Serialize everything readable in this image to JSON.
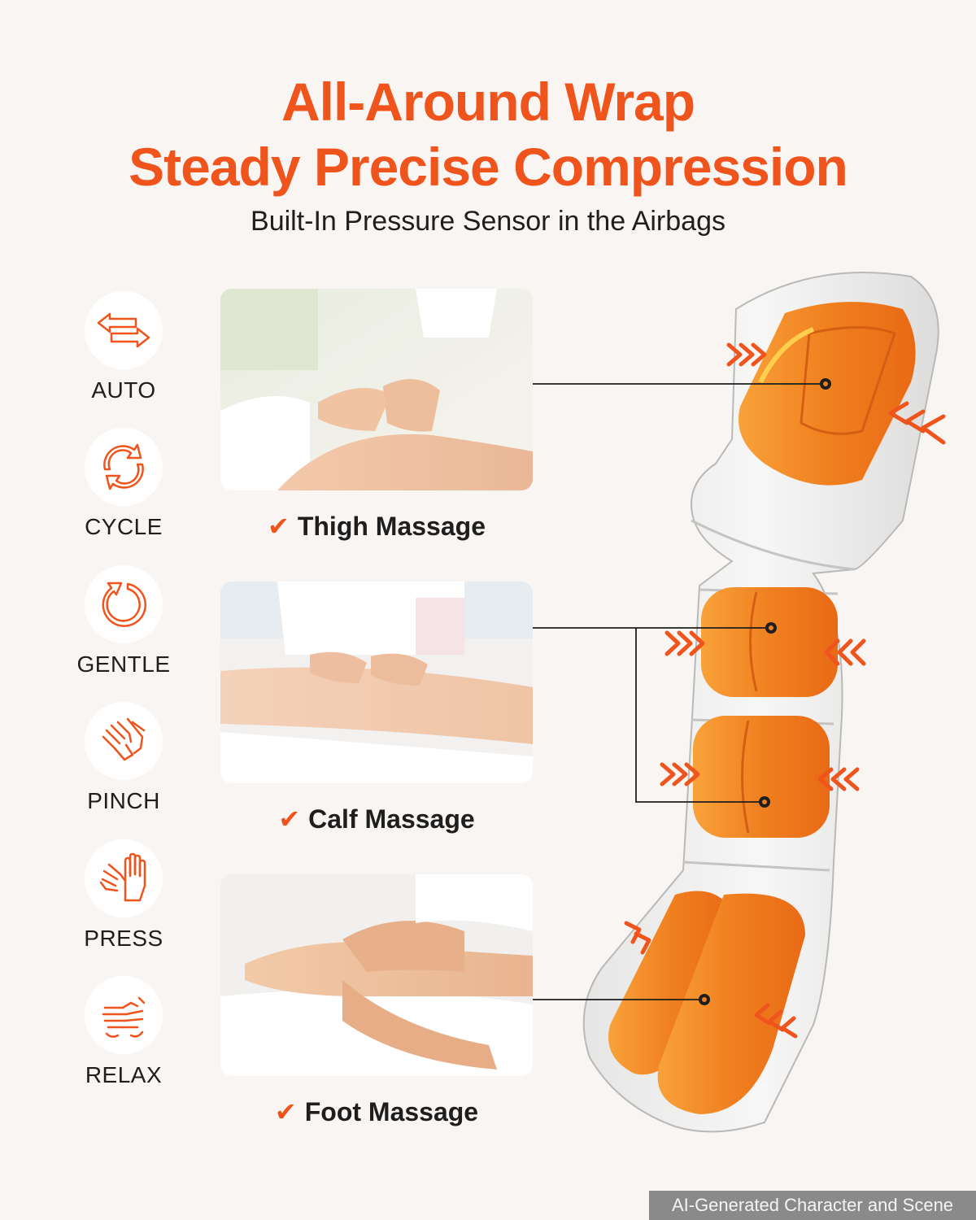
{
  "header": {
    "title_line1": "All-Around Wrap",
    "title_line2": "Steady Precise Compression",
    "subtitle": "Built-In Pressure Sensor in the Airbags"
  },
  "modes": [
    {
      "label": "AUTO",
      "icon": "swap-arrows-icon"
    },
    {
      "label": "CYCLE",
      "icon": "cycle-arrows-icon"
    },
    {
      "label": "GENTLE",
      "icon": "circular-arrow-icon"
    },
    {
      "label": "PINCH",
      "icon": "pinching-hands-icon"
    },
    {
      "label": "PRESS",
      "icon": "pressing-hands-icon"
    },
    {
      "label": "RELAX",
      "icon": "relaxing-hands-icon"
    }
  ],
  "features": [
    {
      "label": "Thigh Massage",
      "check": "✔"
    },
    {
      "label": "Calf Massage",
      "check": "✔"
    },
    {
      "label": "Foot Massage",
      "check": "✔"
    }
  ],
  "footer": {
    "notice": "AI-Generated Character and Scene"
  },
  "colors": {
    "accent": "#f0541d",
    "airbag": "#f28a24",
    "background": "#f8f5f2"
  }
}
